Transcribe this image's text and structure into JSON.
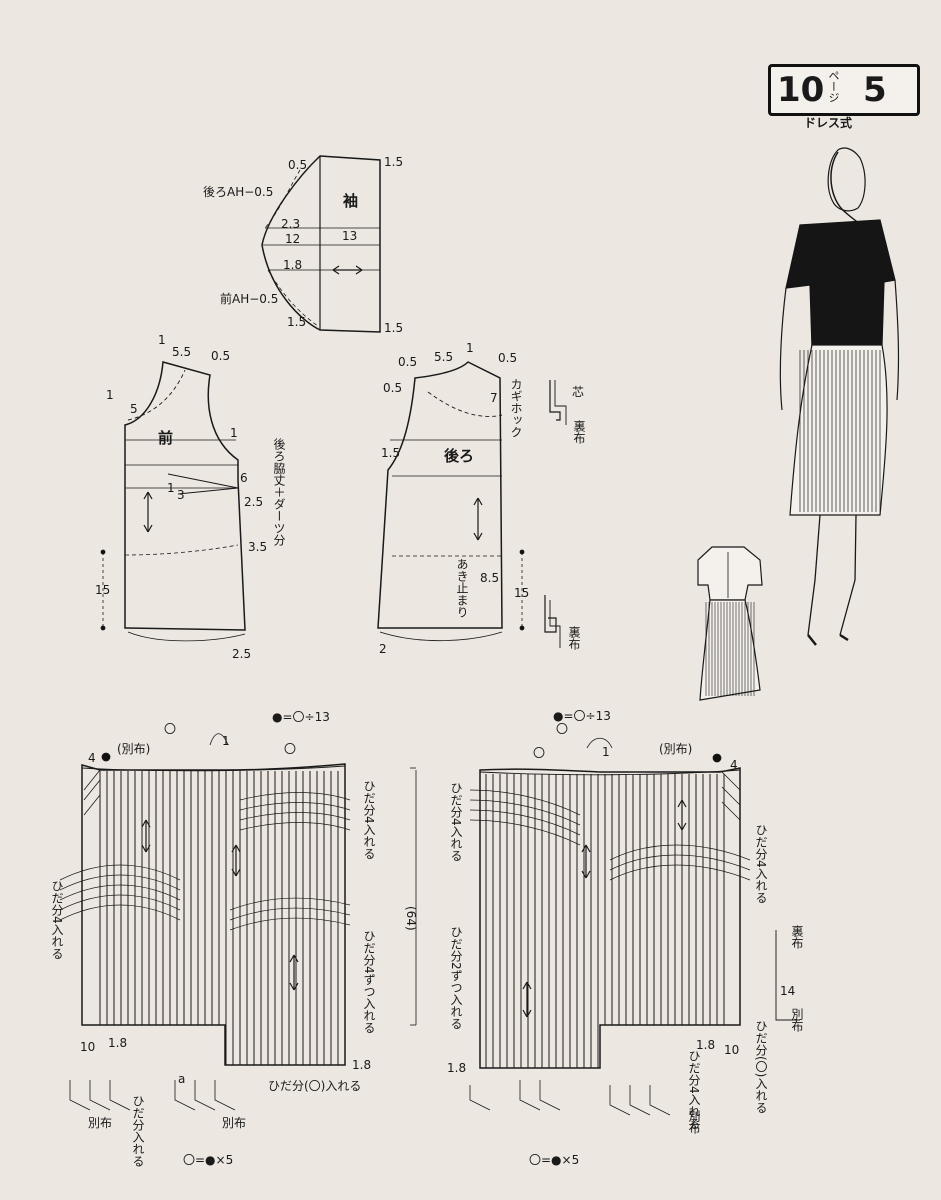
{
  "badge": {
    "page_number": "10",
    "page_label": "ページ",
    "pattern_number": "5",
    "style_label": "ドレス式"
  },
  "sleeve": {
    "title": "袖",
    "labels": {
      "top_left": "0.5",
      "top_right": "1.5",
      "back_ah": "後ろAH−0.5",
      "cap_a": "2.3",
      "cap_b": "12",
      "width": "13",
      "cap_c": "1.8",
      "front_ah": "前AH−0.5",
      "bottom_left": "1.5",
      "bottom_right": "1.5"
    }
  },
  "front_bodice": {
    "title": "前",
    "labels": {
      "top_a": "1",
      "neck_width": "5.5",
      "shoulder": "0.5",
      "side_1": "1",
      "neck_depth": "5",
      "armhole_1": "1",
      "armhole_6": "6",
      "dart_1": "1",
      "dart_3": "3",
      "dart_25": "2.5",
      "dart_35": "3.5",
      "hip": "15",
      "bottom": "2.5",
      "side_note": "後ろ脇丈＋ダーツ分"
    }
  },
  "back_bodice": {
    "title": "後ろ",
    "labels": {
      "shoulder_l": "0.5",
      "neck_width": "5.5",
      "top_1": "1",
      "shoulder_r": "0.5",
      "shoulder_l2": "0.5",
      "neck_depth": "7",
      "armhole": "1.5",
      "opening": "8.5",
      "hip": "15",
      "bottom": "2",
      "hook": "カギホック",
      "opening_note": "あき止まり"
    }
  },
  "detail_a": {
    "core": "芯",
    "lining": "裏布"
  },
  "detail_b": {
    "lining": "裏布"
  },
  "skirt_left": {
    "formula_top": "●=〇÷13",
    "formula_bottom": "〇=●×5",
    "labels": {
      "top_sym_a": "〇",
      "top_one": "1",
      "top_sym_b": "〇",
      "seam": "4",
      "separate_fabric": "(別布)",
      "pleat_4_right": "ひだ分4入れる",
      "pleat_4_left": "ひだ分4入れる",
      "pleat_4_each": "ひだ分4ずつ入れる",
      "bottom_18": "1.8",
      "bottom_10": "10",
      "bottom_18b": "1.8",
      "pleat_sym": "ひだ分(〇)入れる",
      "pleat_in": "ひだ分入れる",
      "sep_a": "別布",
      "sep_b": "別布",
      "a_mark": "a"
    }
  },
  "skirt_right": {
    "formula_top": "●=〇÷13",
    "formula_bottom": "〇=●×5",
    "labels": {
      "top_sym_a": "〇",
      "top_one": "1",
      "top_sym_b": "〇",
      "seam": "4",
      "separate_fabric": "(別布)",
      "pleat_4_left": "ひだ分4入れる",
      "pleat_4_right": "ひだ分4入れる",
      "pleat_2_each": "ひだ分2ずつ入れる",
      "length": "(64)",
      "bottom_18": "1.8",
      "bottom_10": "10",
      "bottom_18b": "1.8",
      "pleat_4_bottom": "ひだ分4入れる",
      "pleat_sym": "ひだ分(〇)入れる",
      "lining": "裏布",
      "side_14": "14",
      "sep_fabric": "別布",
      "sep_c": "別布"
    }
  },
  "illustration": {
    "figure": "woman-in-pleated-dress",
    "flat": "dress-back-flat"
  }
}
